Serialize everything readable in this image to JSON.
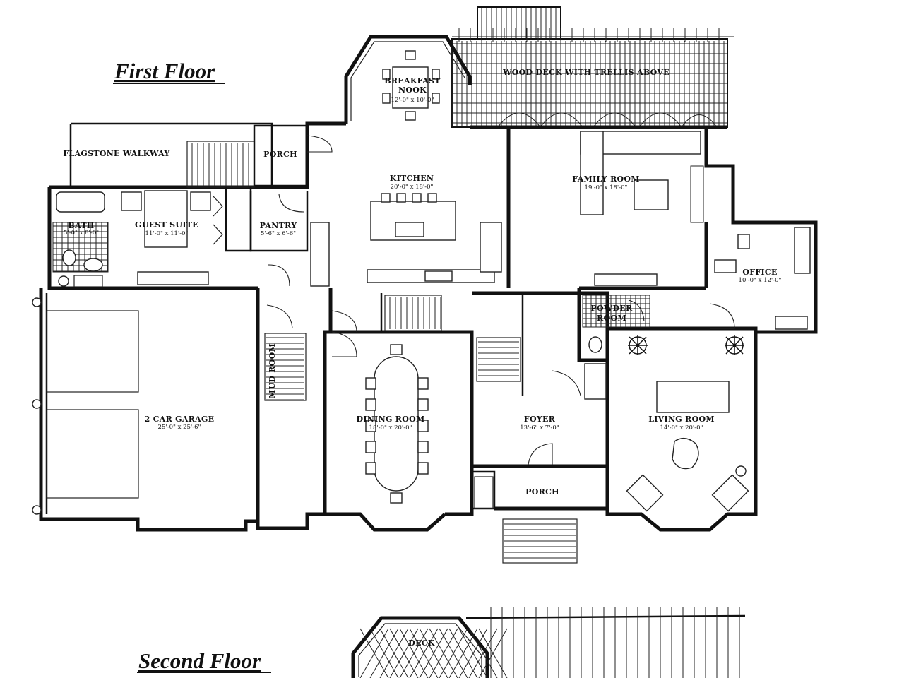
{
  "titles": {
    "first_floor": "First Floor",
    "second_floor": "Second Floor"
  },
  "rooms": {
    "breakfast_nook": {
      "name_line1": "BREAKFAST",
      "name_line2": "NOOK",
      "dims": "12'-0\" x 10'-0\""
    },
    "wood_deck": {
      "name": "WOOD DECK WITH TRELLIS ABOVE"
    },
    "flagstone_walkway": {
      "name": "FLAGSTONE WALKWAY"
    },
    "porch_rear": {
      "name": "PORCH"
    },
    "kitchen": {
      "name": "KITCHEN",
      "dims": "20'-0\" x 18'-0\""
    },
    "family_room": {
      "name": "FAMILY ROOM",
      "dims": "19'-0\" x 18'-0\""
    },
    "bath": {
      "name": "BATH",
      "dims": "5'-0\" x 8'-0\""
    },
    "guest_suite": {
      "name": "GUEST SUITE",
      "dims": "11'-0\" x 11'-0\""
    },
    "pantry": {
      "name": "PANTRY",
      "dims": "5'-6\" x 6'-6\""
    },
    "office": {
      "name": "OFFICE",
      "dims": "10'-0\" x 12'-0\""
    },
    "powder_room": {
      "name_line1": "POWDER",
      "name_line2": "ROOM"
    },
    "mud_room": {
      "name": "MUD ROOM"
    },
    "garage": {
      "name": "2 CAR GARAGE",
      "dims": "25'-0\" x 25'-6\""
    },
    "dining_room": {
      "name": "DINING ROOM",
      "dims": "18'-0\" x 20'-0\""
    },
    "foyer": {
      "name": "FOYER",
      "dims": "13'-6\" x 7'-0\""
    },
    "living_room": {
      "name": "LIVING ROOM",
      "dims": "14'-0\" x 20'-0\""
    },
    "porch_front": {
      "name": "PORCH"
    },
    "deck_upper": {
      "name": "DECK"
    }
  }
}
